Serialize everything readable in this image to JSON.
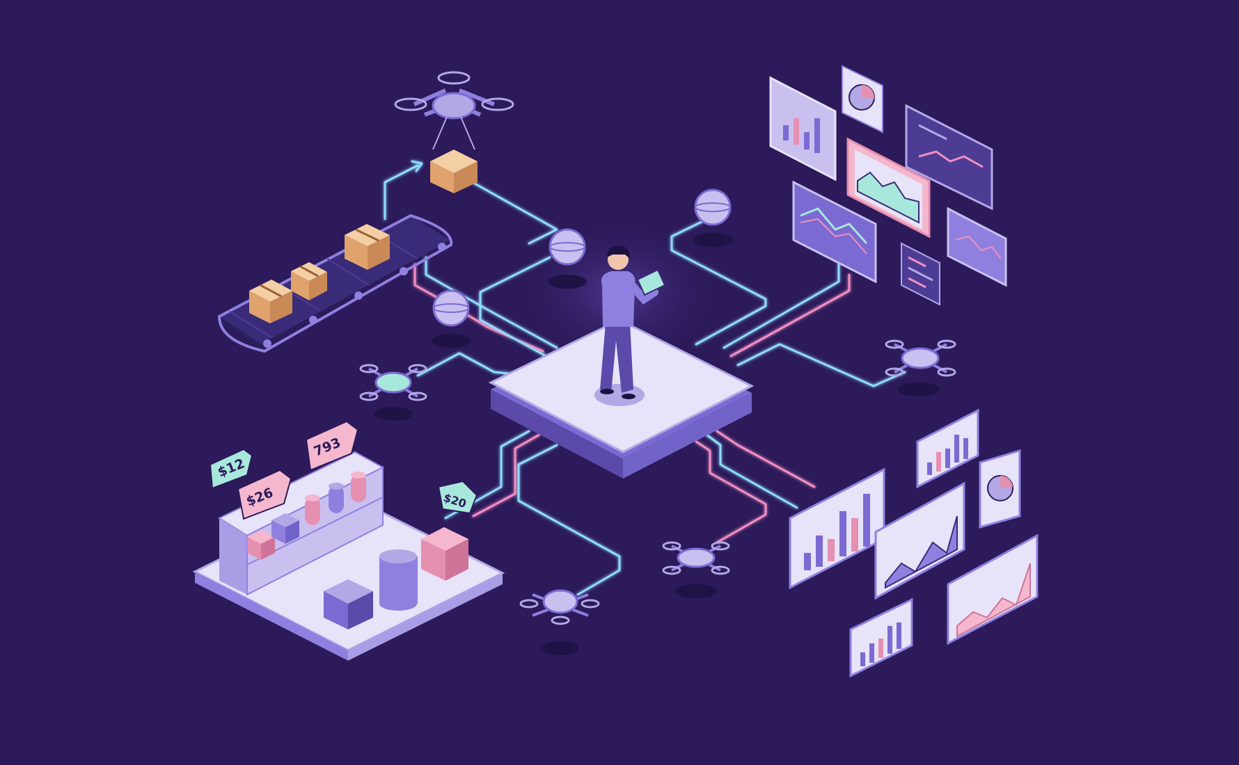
{
  "scene": {
    "colors": {
      "background": "#2c1a5a",
      "panel_light": "#e7e3f8",
      "panel_mid": "#b3a8e6",
      "panel_dark": "#7b6ad2",
      "line_cyan": "#8fdcff",
      "line_pink": "#f28fc2",
      "accent_green": "#a8e8dc",
      "box_orange": "#f0b98a",
      "box_pink": "#f19bbd"
    },
    "price_tags": {
      "tag1": "$12",
      "tag2": "$26",
      "tag3": "793",
      "tag4": "$20"
    },
    "icons": [
      "delivery-drone-icon",
      "package-box-icon",
      "conveyor-belt-icon",
      "network-node-icon",
      "person-with-tablet-icon",
      "bar-chart-icon",
      "pie-chart-icon",
      "line-chart-icon",
      "area-chart-icon",
      "retail-shelf-icon"
    ]
  }
}
